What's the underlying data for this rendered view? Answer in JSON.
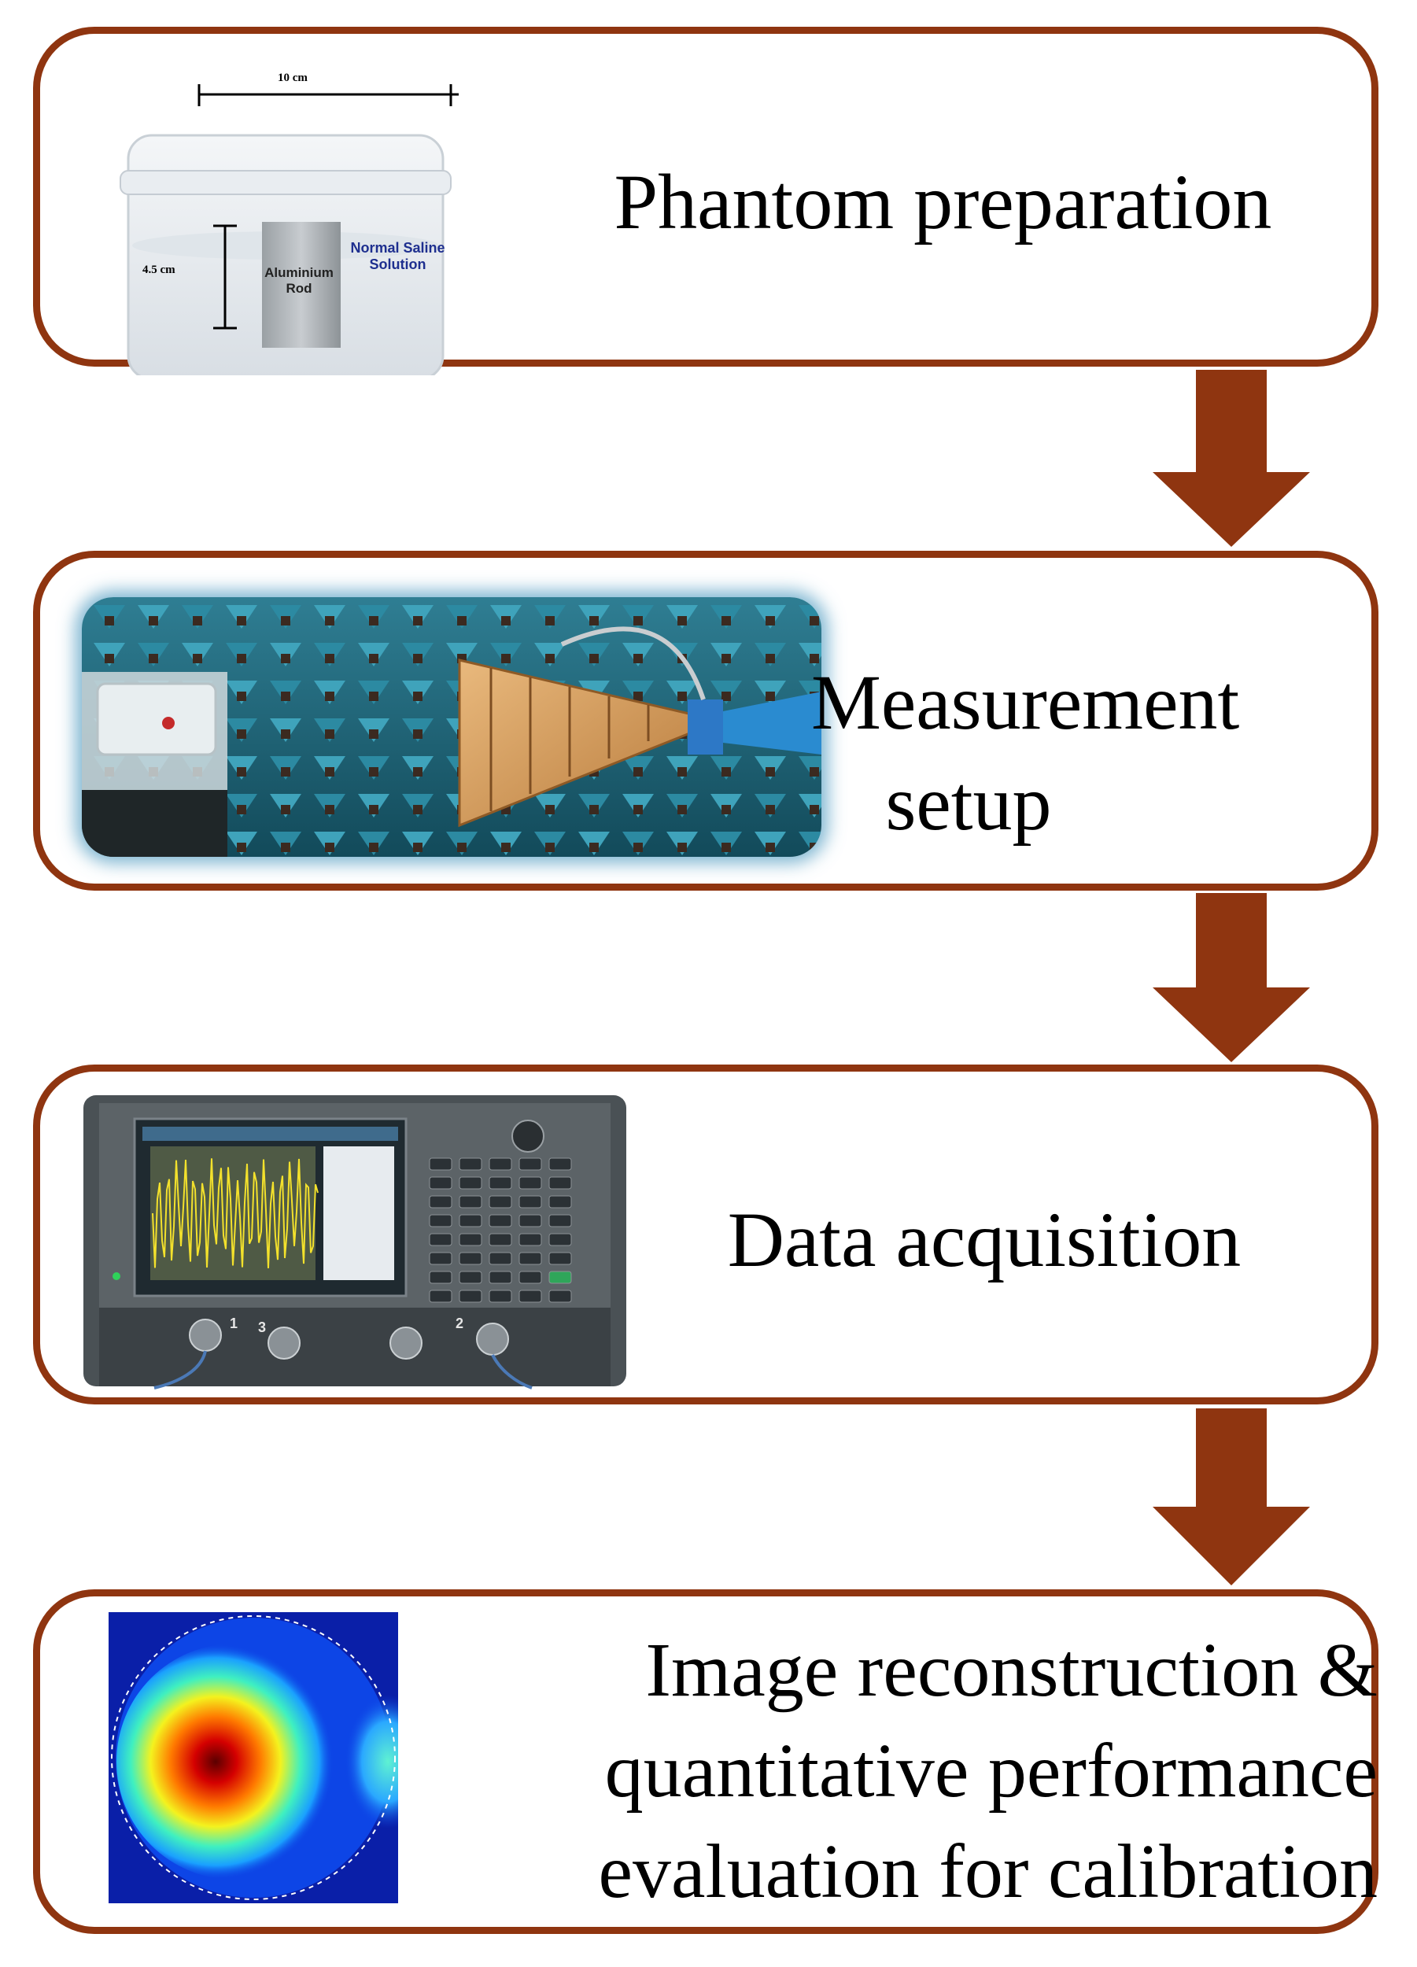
{
  "steps": [
    {
      "id": "phantom",
      "title": "Phantom preparation",
      "photo_labels": {
        "width": "10 cm",
        "height": "4.5 cm",
        "rod": "Aluminium\nRod",
        "solution": "Normal Saline\nSolution"
      }
    },
    {
      "id": "setup",
      "title_lines": [
        "Measurement",
        "setup"
      ]
    },
    {
      "id": "daq",
      "title": "Data acquisition",
      "analyzer_ports": [
        "1",
        "3",
        "2"
      ]
    },
    {
      "id": "recon",
      "title_lines": [
        "Image reconstruction &",
        "quantitative performance",
        "evaluation for calibration"
      ]
    }
  ],
  "colors": {
    "box_border": "#8f3510",
    "arrow": "#8f3510",
    "text": "#000000"
  }
}
